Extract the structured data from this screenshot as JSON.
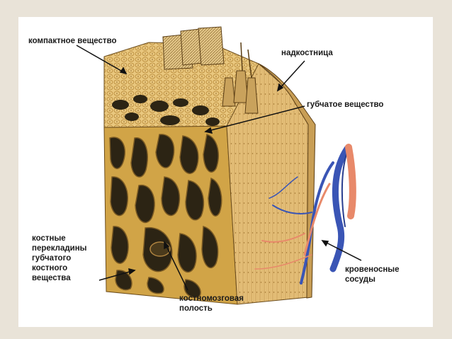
{
  "labels": {
    "compact": "компактное вещество",
    "periosteum": "надкостница",
    "spongy": "губчатое вещество",
    "trabeculae": "костные\nперекладины\nгубчатого\nкостного\nвещества",
    "marrow": "костномозговая\nполость",
    "vessels": "кровеносные\nсосуды"
  },
  "colors": {
    "bone_light": "#e9c77e",
    "bone_mid": "#d6a94f",
    "bone_dark": "#2c2414",
    "artery": "#e8896a",
    "vein": "#3a55b5",
    "background": "#e9e3d8"
  }
}
